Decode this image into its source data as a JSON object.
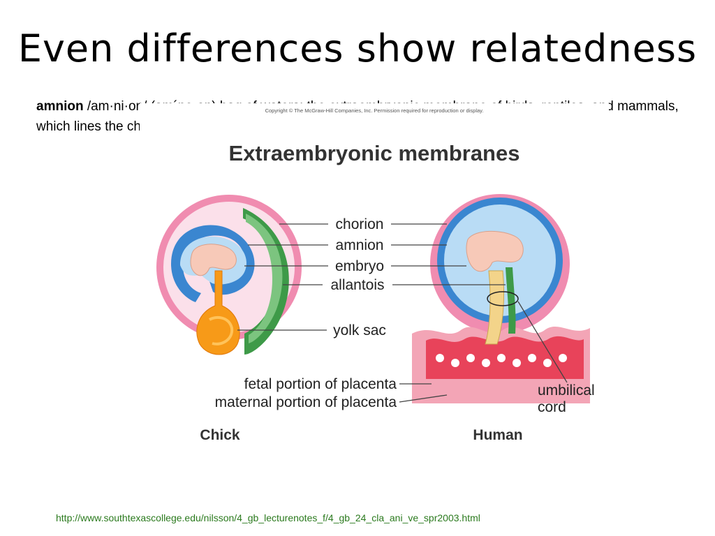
{
  "slide": {
    "title": "Even differences show relatedness",
    "definition": {
      "term": "amnion",
      "text": " /am·ni·on/ (am´ne-on) bag of waters; the extraembryonic membrane of birds, reptiles, and mammals, which lines the chorion and contains the fetus and the amniotic fluid."
    },
    "source_url": "http://www.southtexascollege.edu/nilsson/4_gb_lecturenotes_f/4_gb_24_cla_ani_ve_spr2003.html"
  },
  "figure": {
    "copyright": "Copyright © The McGraw-Hill Companies, Inc. Permission required for reproduction or display.",
    "title": "Extraembryonic membranes",
    "labels": {
      "chorion": "chorion",
      "amnion": "amnion",
      "embryo": "embryo",
      "allantois": "allantois",
      "yolk_sac": "yolk sac",
      "fetal_placenta": "fetal portion of placenta",
      "maternal_placenta": "maternal portion of placenta",
      "umbilical": "umbilical",
      "cord": "cord",
      "chick": "Chick",
      "human": "Human"
    },
    "colors": {
      "chorion_pink": "#f08cb0",
      "amnion_blue": "#5aa5e0",
      "amniotic_fluid": "#b9dcf5",
      "allantois_green": "#3e9a48",
      "yolk_orange": "#f79a18",
      "embryo_skin": "#f7c9b8",
      "placenta_red": "#e8435a",
      "cord_yellow": "#f3d48a",
      "leader_gray": "#444444"
    }
  }
}
